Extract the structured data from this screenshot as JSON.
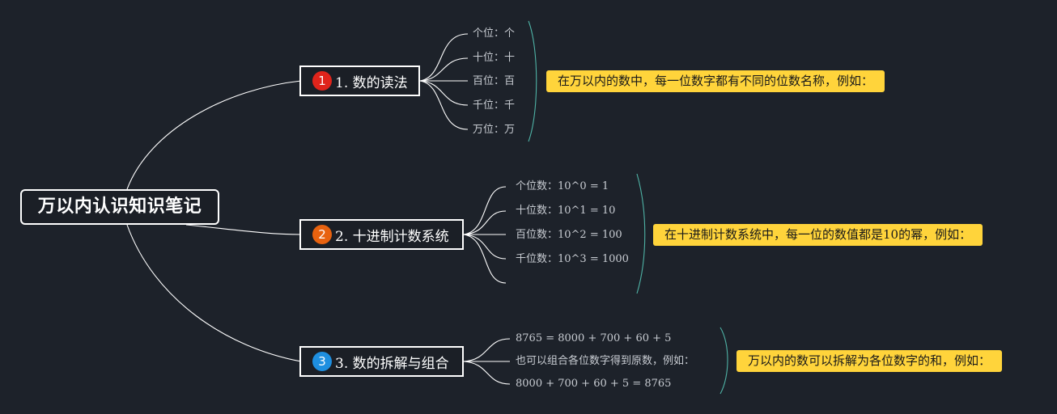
{
  "root": {
    "title": "万以内认识知识笔记"
  },
  "branches": [
    {
      "number": "1",
      "label": "1. 数的读法",
      "badge_color": "#e0241b",
      "leaves": [
        "个位：个",
        "十位：十",
        "百位：百",
        "千位：千",
        "万位：万"
      ],
      "note": "在万以内的数中，每一位数字都有不同的位数名称，例如："
    },
    {
      "number": "2",
      "label": "2. 十进制计数系统",
      "badge_color": "#e8620f",
      "leaves": [
        "个位数：10^0 = 1",
        "十位数：10^1 = 10",
        "百位数：10^2 = 100",
        "千位数：10^3 = 1000",
        ""
      ],
      "note": "在十进制计数系统中，每一位的数值都是10的幂，例如："
    },
    {
      "number": "3",
      "label": "3. 数的拆解与组合",
      "badge_color": "#1e8fe0",
      "leaves": [
        "8765 = 8000 + 700 + 60 + 5",
        "也可以组合各位数字得到原数，例如：",
        "8000 + 700 + 60 + 5 = 8765"
      ],
      "note": "万以内的数可以拆解为各位数字的和，例如："
    }
  ],
  "colors": {
    "background": "#1d222a",
    "connector": "#ffffff",
    "bracket": "#4fb3a6",
    "note_fill": "#ffd43b"
  }
}
